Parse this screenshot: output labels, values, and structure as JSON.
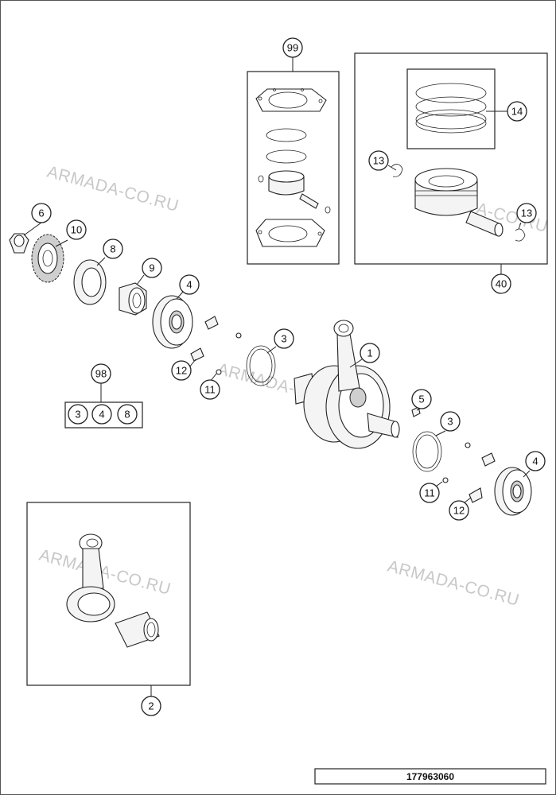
{
  "document_number": "177963060",
  "watermark_text": "ARMADA-CO.RU",
  "callouts": {
    "c99": "99",
    "c14": "14",
    "c13a": "13",
    "c13b": "13",
    "c40": "40",
    "c6": "6",
    "c10": "10",
    "c8": "8",
    "c9": "9",
    "c4a": "4",
    "c3a": "3",
    "c1": "1",
    "c12a": "12",
    "c11a": "11",
    "c98": "98",
    "c5": "5",
    "c3b": "3",
    "c4b": "4",
    "c11b": "11",
    "c12b": "12",
    "c2": "2"
  },
  "kit_98_contents": [
    "3",
    "4",
    "8"
  ]
}
